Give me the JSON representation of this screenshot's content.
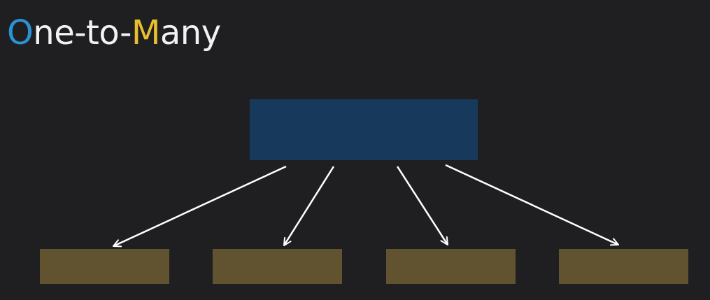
{
  "title": {
    "one_initial": "O",
    "one_rest": "ne-to-",
    "many_initial": "M",
    "many_rest": "any"
  },
  "colors": {
    "background": "#1f1f21",
    "title_text": "#f2f2f2",
    "one_accent": "#2a93d5",
    "many_accent": "#e8bf2e",
    "parent_box": "#173a5c",
    "child_box": "#615330",
    "arrow": "#ffffff"
  },
  "diagram": {
    "parent": {
      "label": ""
    },
    "children": [
      {
        "label": ""
      },
      {
        "label": ""
      },
      {
        "label": ""
      },
      {
        "label": ""
      }
    ]
  }
}
